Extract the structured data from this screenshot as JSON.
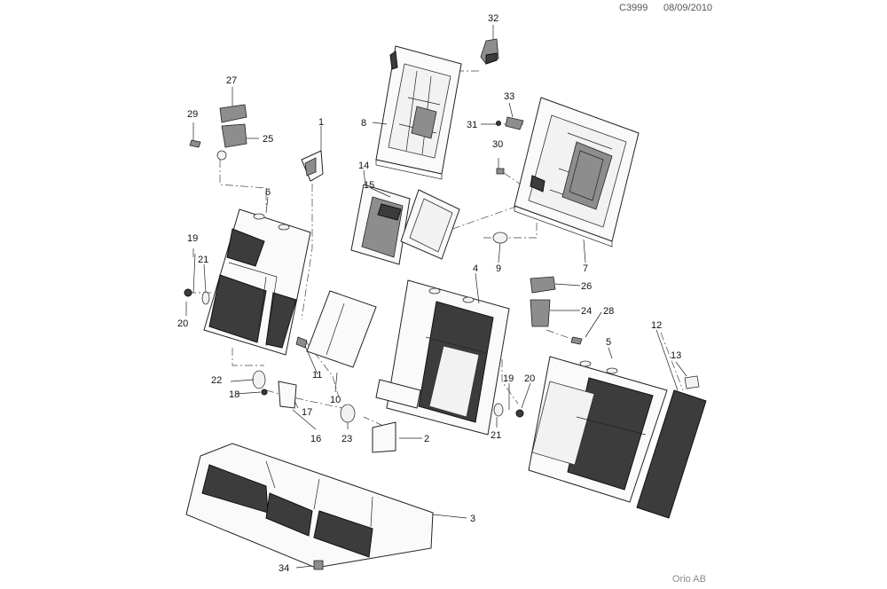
{
  "header": {
    "code": "C3999",
    "date": "08/09/2010"
  },
  "footer": {
    "credit": "Orio AB"
  },
  "callouts": [
    "1",
    "2",
    "3",
    "4",
    "5",
    "6",
    "7",
    "8",
    "9",
    "10",
    "11",
    "12",
    "13",
    "14",
    "15",
    "16",
    "17",
    "18",
    "19",
    "19",
    "20",
    "20",
    "21",
    "21",
    "22",
    "23",
    "24",
    "25",
    "26",
    "27",
    "28",
    "29",
    "30",
    "31",
    "32",
    "33",
    "34"
  ]
}
